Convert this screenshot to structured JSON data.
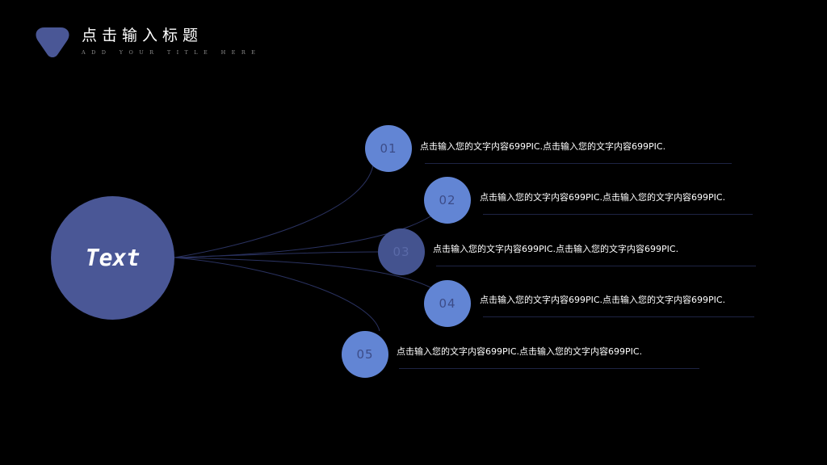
{
  "header": {
    "title": "点击输入标题",
    "subtitle": "ADD YOUR TITLE HERE"
  },
  "diagram": {
    "hub_label": "Text",
    "items": [
      {
        "number": "01",
        "text": "点击输入您的文字内容699PIC.点击输入您的文字内容699PIC."
      },
      {
        "number": "02",
        "text": "点击输入您的文字内容699PIC.点击输入您的文字内容699PIC."
      },
      {
        "number": "03",
        "text": "点击输入您的文字内容699PIC.点击输入您的文字内容699PIC."
      },
      {
        "number": "04",
        "text": "点击输入您的文字内容699PIC.点击输入您的文字内容699PIC."
      },
      {
        "number": "05",
        "text": "点击输入您的文字内容699PIC.点击输入您的文字内容699PIC."
      }
    ]
  },
  "colors": {
    "background": "#000000",
    "hub_fill": "#4a5796",
    "node_fill": "#6285d4",
    "node_fill_muted": "#44538f",
    "node_number": "#3c4c88",
    "node_number_muted": "#5a6aa8",
    "connector": "#2a3260",
    "logo": "#4a5796"
  }
}
